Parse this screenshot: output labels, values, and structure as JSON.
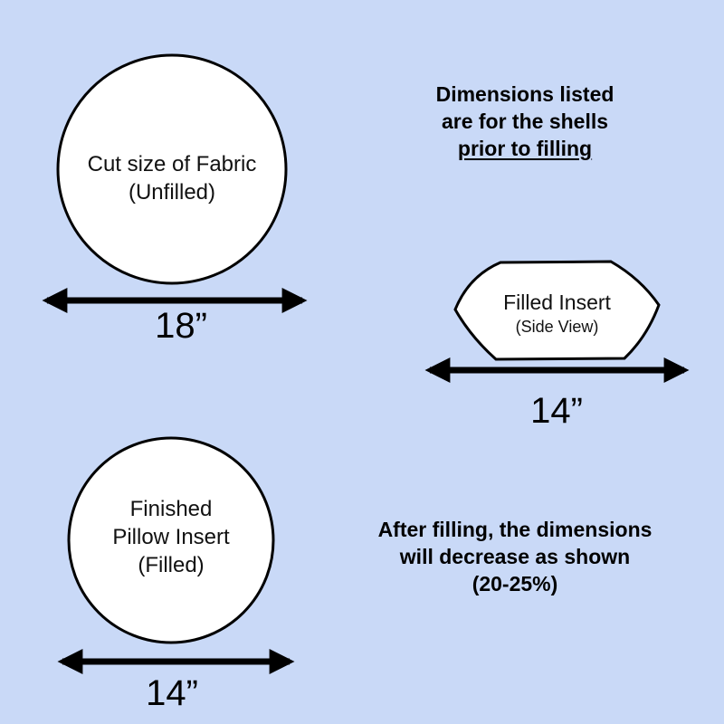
{
  "colors": {
    "background": "#c9d9f7",
    "shape_fill": "#ffffff",
    "stroke": "#000000"
  },
  "unfilled": {
    "line1": "Cut size of Fabric",
    "line2": "(Unfilled)",
    "dimension": "18”"
  },
  "side_view": {
    "line1": "Filled Insert",
    "line2": "(Side View)",
    "dimension": "14”"
  },
  "finished": {
    "line1": "Finished",
    "line2": "Pillow Insert",
    "line3": "(Filled)",
    "dimension": "14”"
  },
  "note_top": {
    "line1": "Dimensions listed",
    "line2": "are for the shells",
    "line3": "prior to filling"
  },
  "note_bottom": {
    "line1": "After filling, the dimensions",
    "line2": "will decrease as shown",
    "line3": "(20-25%)"
  }
}
